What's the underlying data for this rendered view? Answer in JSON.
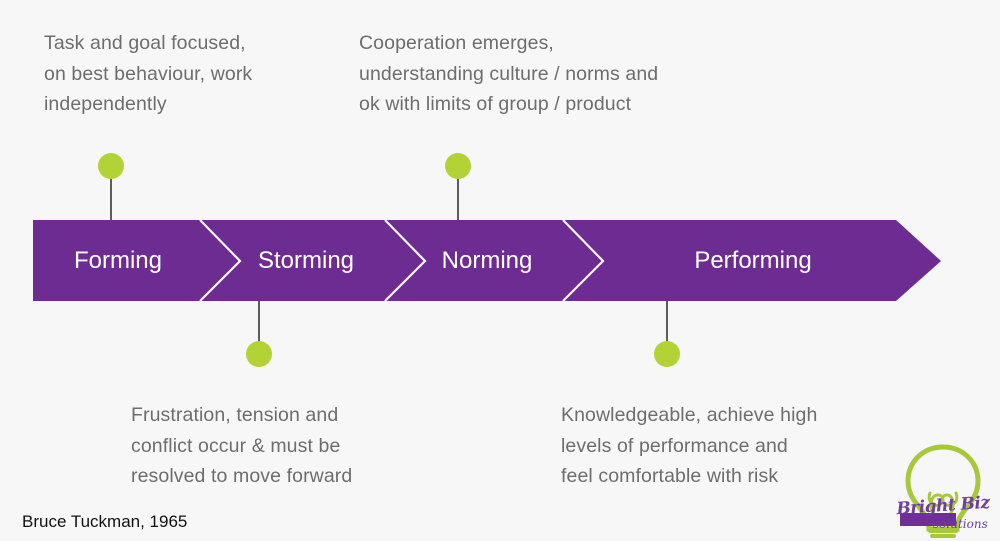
{
  "meta": {
    "background_color": "#f7f7f7",
    "banner_color": "#6c2c91",
    "dot_color": "#b2d235",
    "stem_color": "#5c5c5c",
    "caption_color": "#6d6d6d",
    "stage_label_color": "#ffffff"
  },
  "stages": [
    {
      "label": "Forming"
    },
    {
      "label": "Storming"
    },
    {
      "label": "Norming"
    },
    {
      "label": "Performing"
    }
  ],
  "captions": {
    "forming": "Task and goal focused,\non best behaviour, work\nindependently",
    "storming": "Frustration, tension and\nconflict occur & must be\nresolved to move forward",
    "norming": "Cooperation emerges,\nunderstanding culture / norms and\nok with limits of group / product",
    "performing": "Knowledgeable, achieve high\nlevels of performance and\nfeel comfortable with risk"
  },
  "attribution": "Bruce Tuckman, 1965",
  "logo": {
    "script_text": "Bright Biz",
    "sub_text": "solutions",
    "bulb_color": "#a8c83c",
    "text_color": "#6e3f9e",
    "bar_color": "#6e2f96"
  }
}
